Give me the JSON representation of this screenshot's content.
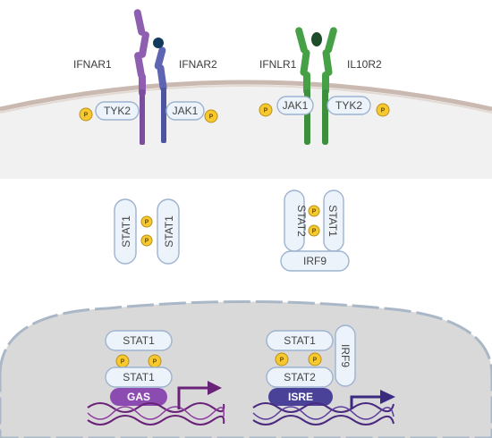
{
  "receptors": {
    "ifnar1": "IFNAR1",
    "ifnar2": "IFNAR2",
    "ifnlr1": "IFNLR1",
    "il10r2": "IL10R2"
  },
  "kinases": {
    "left_tyk2": "TYK2",
    "left_jak1": "JAK1",
    "right_jak1": "JAK1",
    "right_tyk2": "TYK2"
  },
  "cytoplasm": {
    "stat1_a": "STAT1",
    "stat1_b": "STAT1",
    "stat2": "STAT2",
    "stat1_c": "STAT1",
    "irf9": "IRF9"
  },
  "nucleus": {
    "gaf_stat1_top": "STAT1",
    "gaf_stat1_bottom": "STAT1",
    "gas": "GAS",
    "isgf3_stat1": "STAT1",
    "isgf3_stat2": "STAT2",
    "isgf3_irf9": "IRF9",
    "isre": "ISRE"
  },
  "phospho_label": "P",
  "colors": {
    "ifnar1": "#8e5fb0",
    "ifnar2": "#5f64b3",
    "ifnlr": "#46a046",
    "ligand_blue": "#123a5c",
    "ligand_green": "#1e4d2b",
    "phospho": "#f7c92e",
    "membrane": "#c9b9b1",
    "cell": "#f2f1f1",
    "nucleus": "#d9d9d9",
    "gas": "#8b4bb0",
    "isre": "#4a4298",
    "dna": "#6a2178"
  }
}
